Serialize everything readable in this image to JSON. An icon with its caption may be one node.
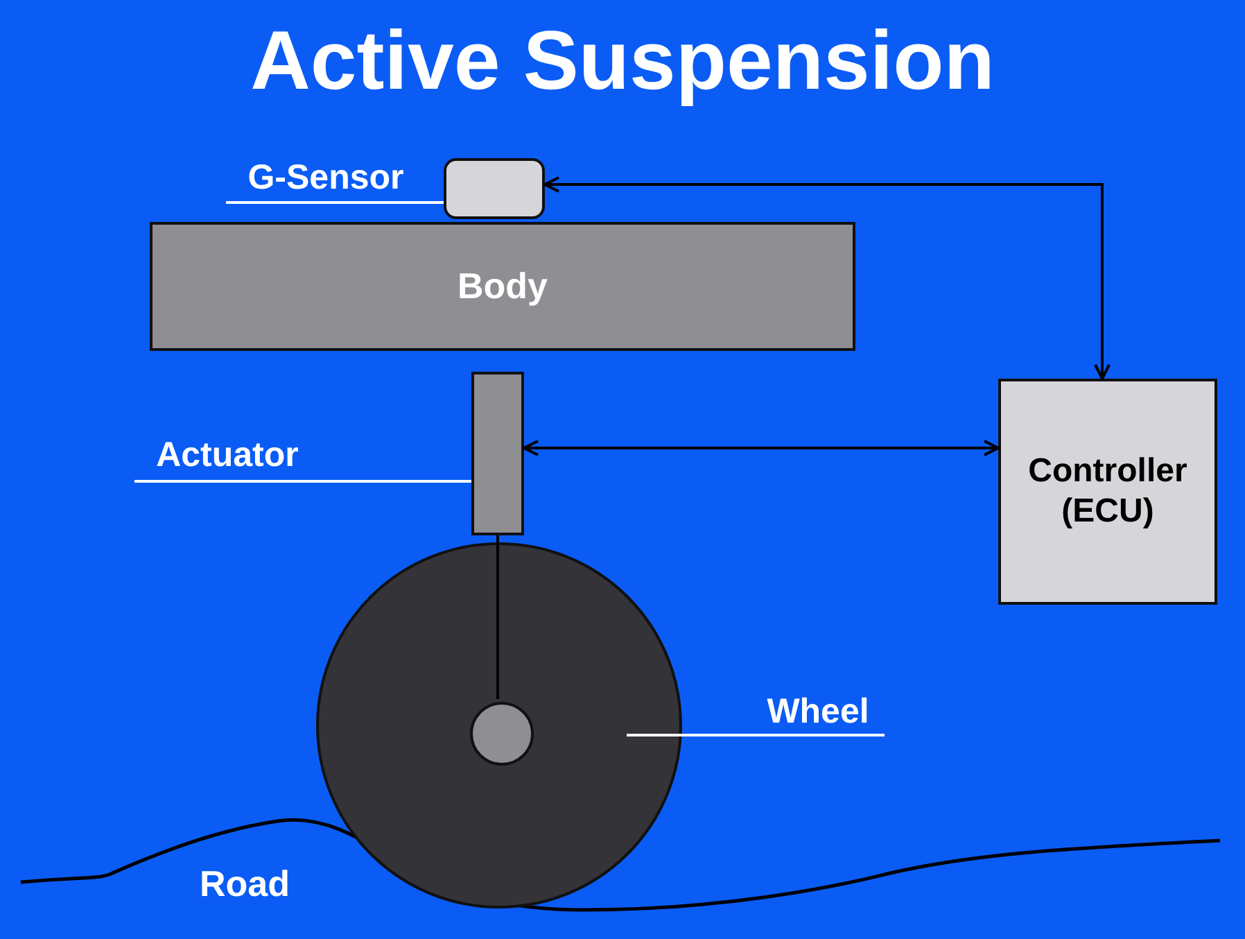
{
  "diagram": {
    "title": "Active Suspension",
    "nodes": [
      {
        "text": [
          "G-Sensor"
        ]
      },
      {
        "text": [],
        "shape": "box"
      },
      {
        "text": [
          "Body"
        ]
      },
      {
        "text": [
          "Actuator"
        ]
      },
      {
        "text": [],
        "shape": "bar"
      },
      {
        "text": [
          "Controller (ECU)"
        ]
      },
      {
        "text": [
          "Wheel"
        ]
      },
      {
        "text": [],
        "shape": "circle"
      },
      {
        "text": [],
        "shape": "circle",
        "in": 7
      }
    ],
    "edges": [
      {
        "from": 0,
        "to": 1,
        "arrow": "none"
      },
      {
        "from": 1,
        "to": 5,
        "arrow": "both",
        "color": "#000000"
      },
      {
        "from": 3,
        "to": 4,
        "arrow": "none"
      },
      {
        "from": 4,
        "to": 5,
        "arrow": "both",
        "color": "#000000"
      },
      {
        "from": 4,
        "to": 8,
        "arrow": "none",
        "color": "#000000"
      },
      {
        "from": 6,
        "to": 7,
        "arrow": "none"
      }
    ],
    "labels": [
      "Road"
    ]
  }
}
